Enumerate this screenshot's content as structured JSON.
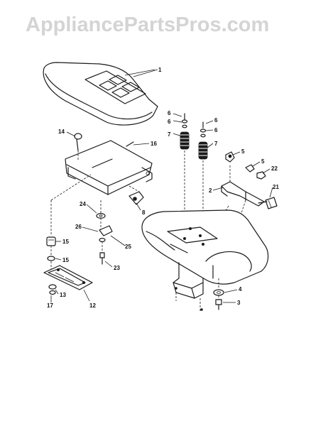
{
  "watermark": "AppliancePartsPros.com",
  "callouts": [
    {
      "id": "c1",
      "text": "1"
    },
    {
      "id": "c6a",
      "text": "6"
    },
    {
      "id": "c6b",
      "text": "6"
    },
    {
      "id": "c6c",
      "text": "6"
    },
    {
      "id": "c6d",
      "text": "6"
    },
    {
      "id": "c7a",
      "text": "7"
    },
    {
      "id": "c7b",
      "text": "7"
    },
    {
      "id": "c14",
      "text": "14"
    },
    {
      "id": "c16",
      "text": "16"
    },
    {
      "id": "c5a",
      "text": "5"
    },
    {
      "id": "c5b",
      "text": "5"
    },
    {
      "id": "c22",
      "text": "22"
    },
    {
      "id": "c2",
      "text": "2"
    },
    {
      "id": "c21",
      "text": "21"
    },
    {
      "id": "c8",
      "text": "8"
    },
    {
      "id": "c24",
      "text": "24"
    },
    {
      "id": "c26",
      "text": "26"
    },
    {
      "id": "c25",
      "text": "25"
    },
    {
      "id": "c15a",
      "text": "15"
    },
    {
      "id": "c15b",
      "text": "15"
    },
    {
      "id": "c23",
      "text": "23"
    },
    {
      "id": "c13",
      "text": "13"
    },
    {
      "id": "c17",
      "text": "17"
    },
    {
      "id": "c12",
      "text": "12"
    },
    {
      "id": "c4",
      "text": "4"
    },
    {
      "id": "c3",
      "text": "3"
    }
  ]
}
